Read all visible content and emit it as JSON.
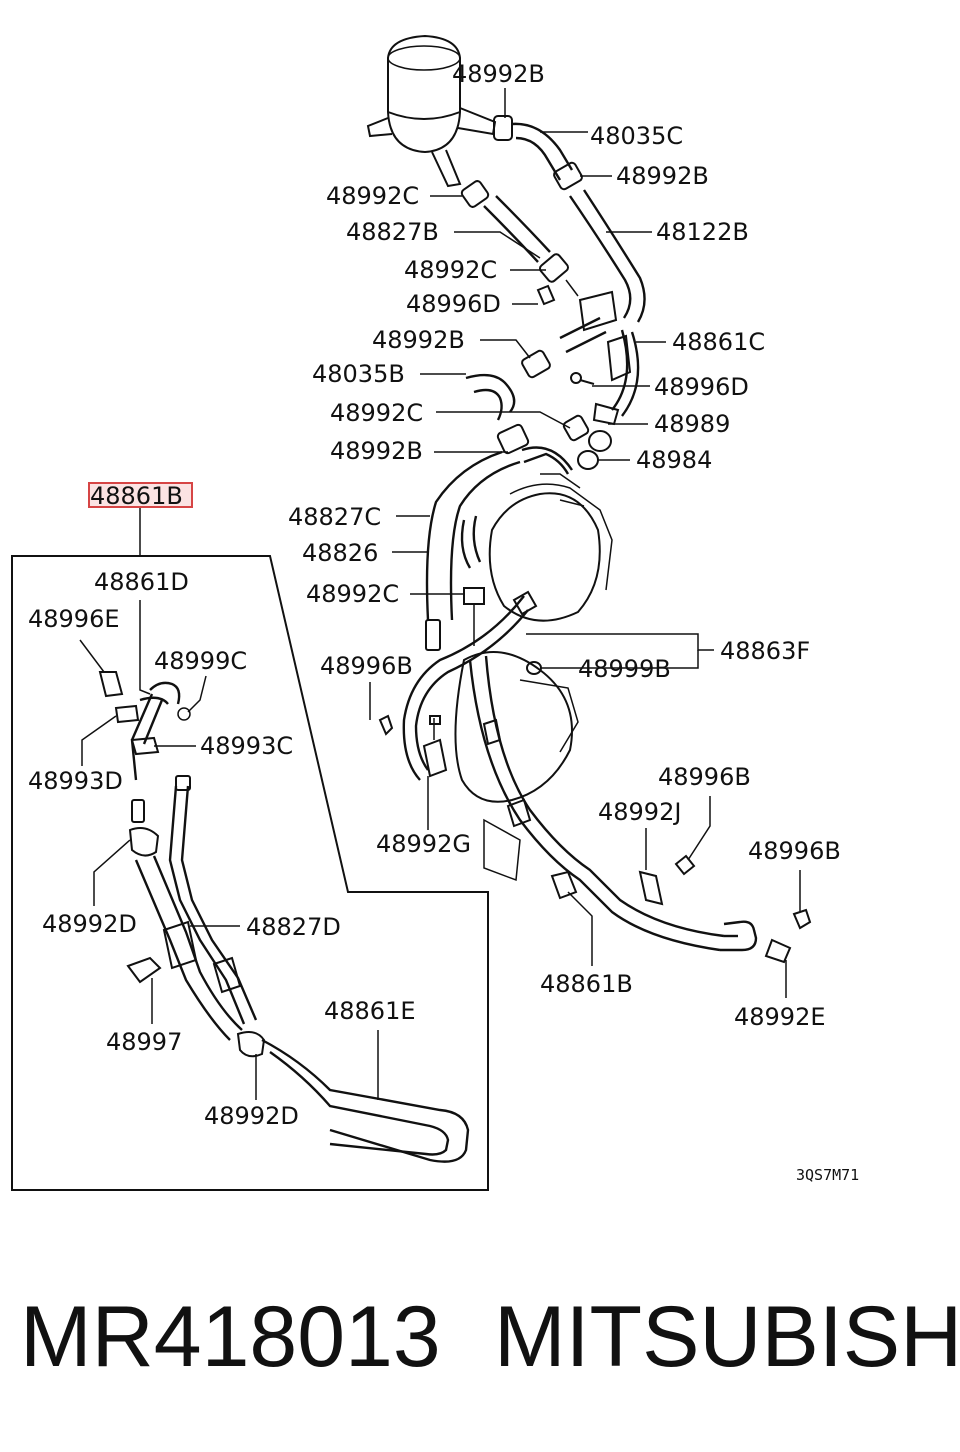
{
  "labels": {
    "l48992B_top": "48992B",
    "l48035C": "48035C",
    "l48992B_2": "48992B",
    "l48992C_1": "48992C",
    "l48827B": "48827B",
    "l48122B": "48122B",
    "l48992C_2": "48992C",
    "l48996D_1": "48996D",
    "l48992B_3": "48992B",
    "l48861C": "48861C",
    "l48035B": "48035B",
    "l48996D_2": "48996D",
    "l48992C_3": "48992C",
    "l48989": "48989",
    "l48992B_4": "48992B",
    "l48984": "48984",
    "l48861B_box": "48861B",
    "l48827C": "48827C",
    "l48826": "48826",
    "l48992C_4": "48992C",
    "l48861D": "48861D",
    "l48996E": "48996E",
    "l48999C": "48999C",
    "l48863F": "48863F",
    "l48996B_1": "48996B",
    "l48999B": "48999B",
    "l48993C": "48993C",
    "l48993D": "48993D",
    "l48996B_2": "48996B",
    "l48992J": "48992J",
    "l48992G": "48992G",
    "l48996B_3": "48996B",
    "l48992D_1": "48992D",
    "l48827D": "48827D",
    "l48861B_main": "48861B",
    "l48992E": "48992E",
    "l48997": "48997",
    "l48861E": "48861E",
    "l48992D_2": "48992D"
  },
  "diagram_code": "3QS7M71",
  "footer": {
    "part_number": "MR418013",
    "brand": "MITSUBISHI"
  },
  "colors": {
    "highlight_border": "#d64545",
    "highlight_fill": "#fbe3e3",
    "line": "#111111"
  }
}
